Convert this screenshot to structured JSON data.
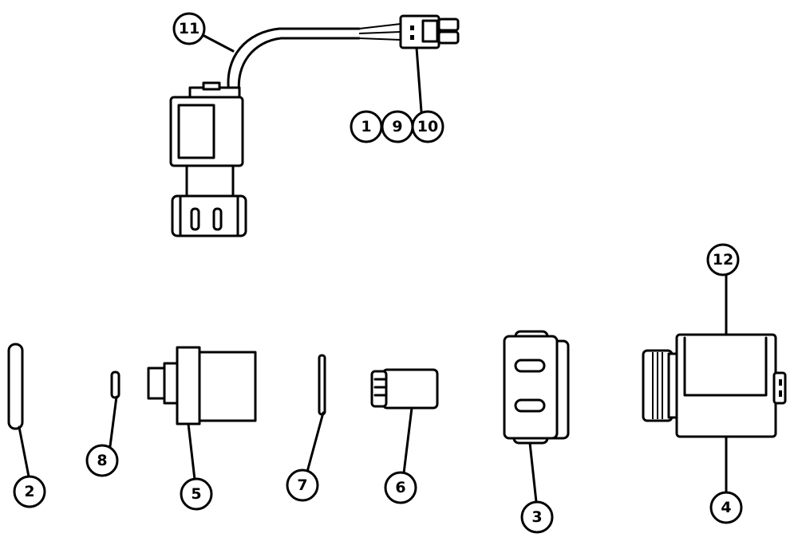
{
  "callouts": [
    {
      "id": "c11",
      "label": "11"
    },
    {
      "id": "c1",
      "label": "1"
    },
    {
      "id": "c9",
      "label": "9"
    },
    {
      "id": "c10",
      "label": "10"
    },
    {
      "id": "c12",
      "label": "12"
    },
    {
      "id": "c2",
      "label": "2"
    },
    {
      "id": "c8",
      "label": "8"
    },
    {
      "id": "c5",
      "label": "5"
    },
    {
      "id": "c7",
      "label": "7"
    },
    {
      "id": "c6",
      "label": "6"
    },
    {
      "id": "c3",
      "label": "3"
    },
    {
      "id": "c4",
      "label": "4"
    }
  ]
}
